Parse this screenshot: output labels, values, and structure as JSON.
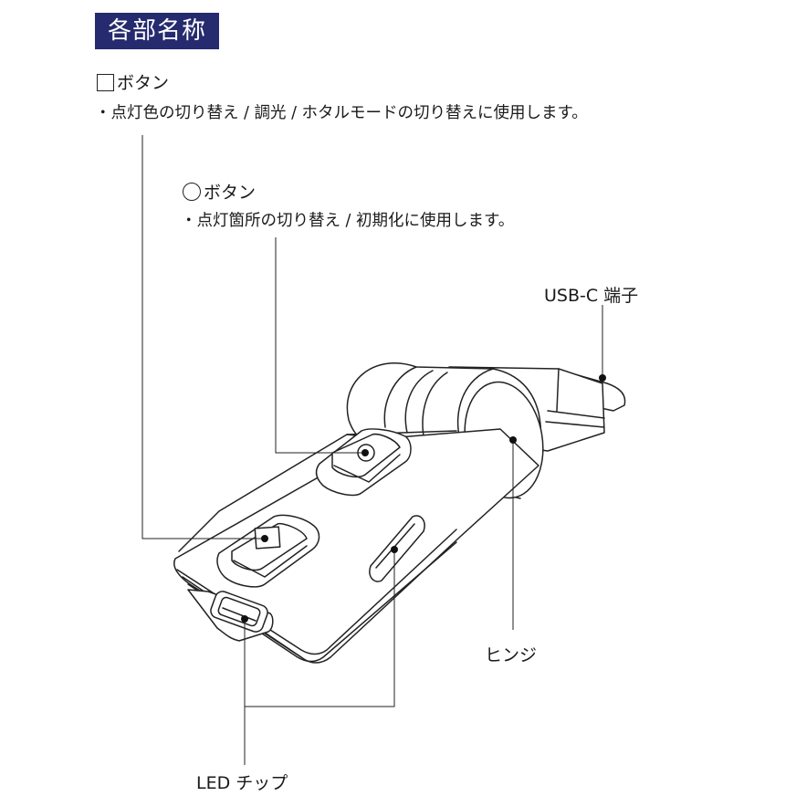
{
  "title": "各部名称",
  "square_button": {
    "icon": "square-outline-icon",
    "label": "ボタン",
    "description": "・点灯色の切り替え / 調光 / ホタルモードの切り替えに使用します。"
  },
  "circle_button": {
    "icon": "circle-outline-icon",
    "label": "ボタン",
    "description": "・点灯箇所の切り替え / 初期化に使用します。"
  },
  "callouts": {
    "usb_c": "USB-C 端子",
    "hinge": "ヒンジ",
    "led_chip": "LED チップ"
  },
  "colors": {
    "title_background": "#262a6e",
    "title_text": "#ffffff",
    "line_art": "#222222"
  }
}
